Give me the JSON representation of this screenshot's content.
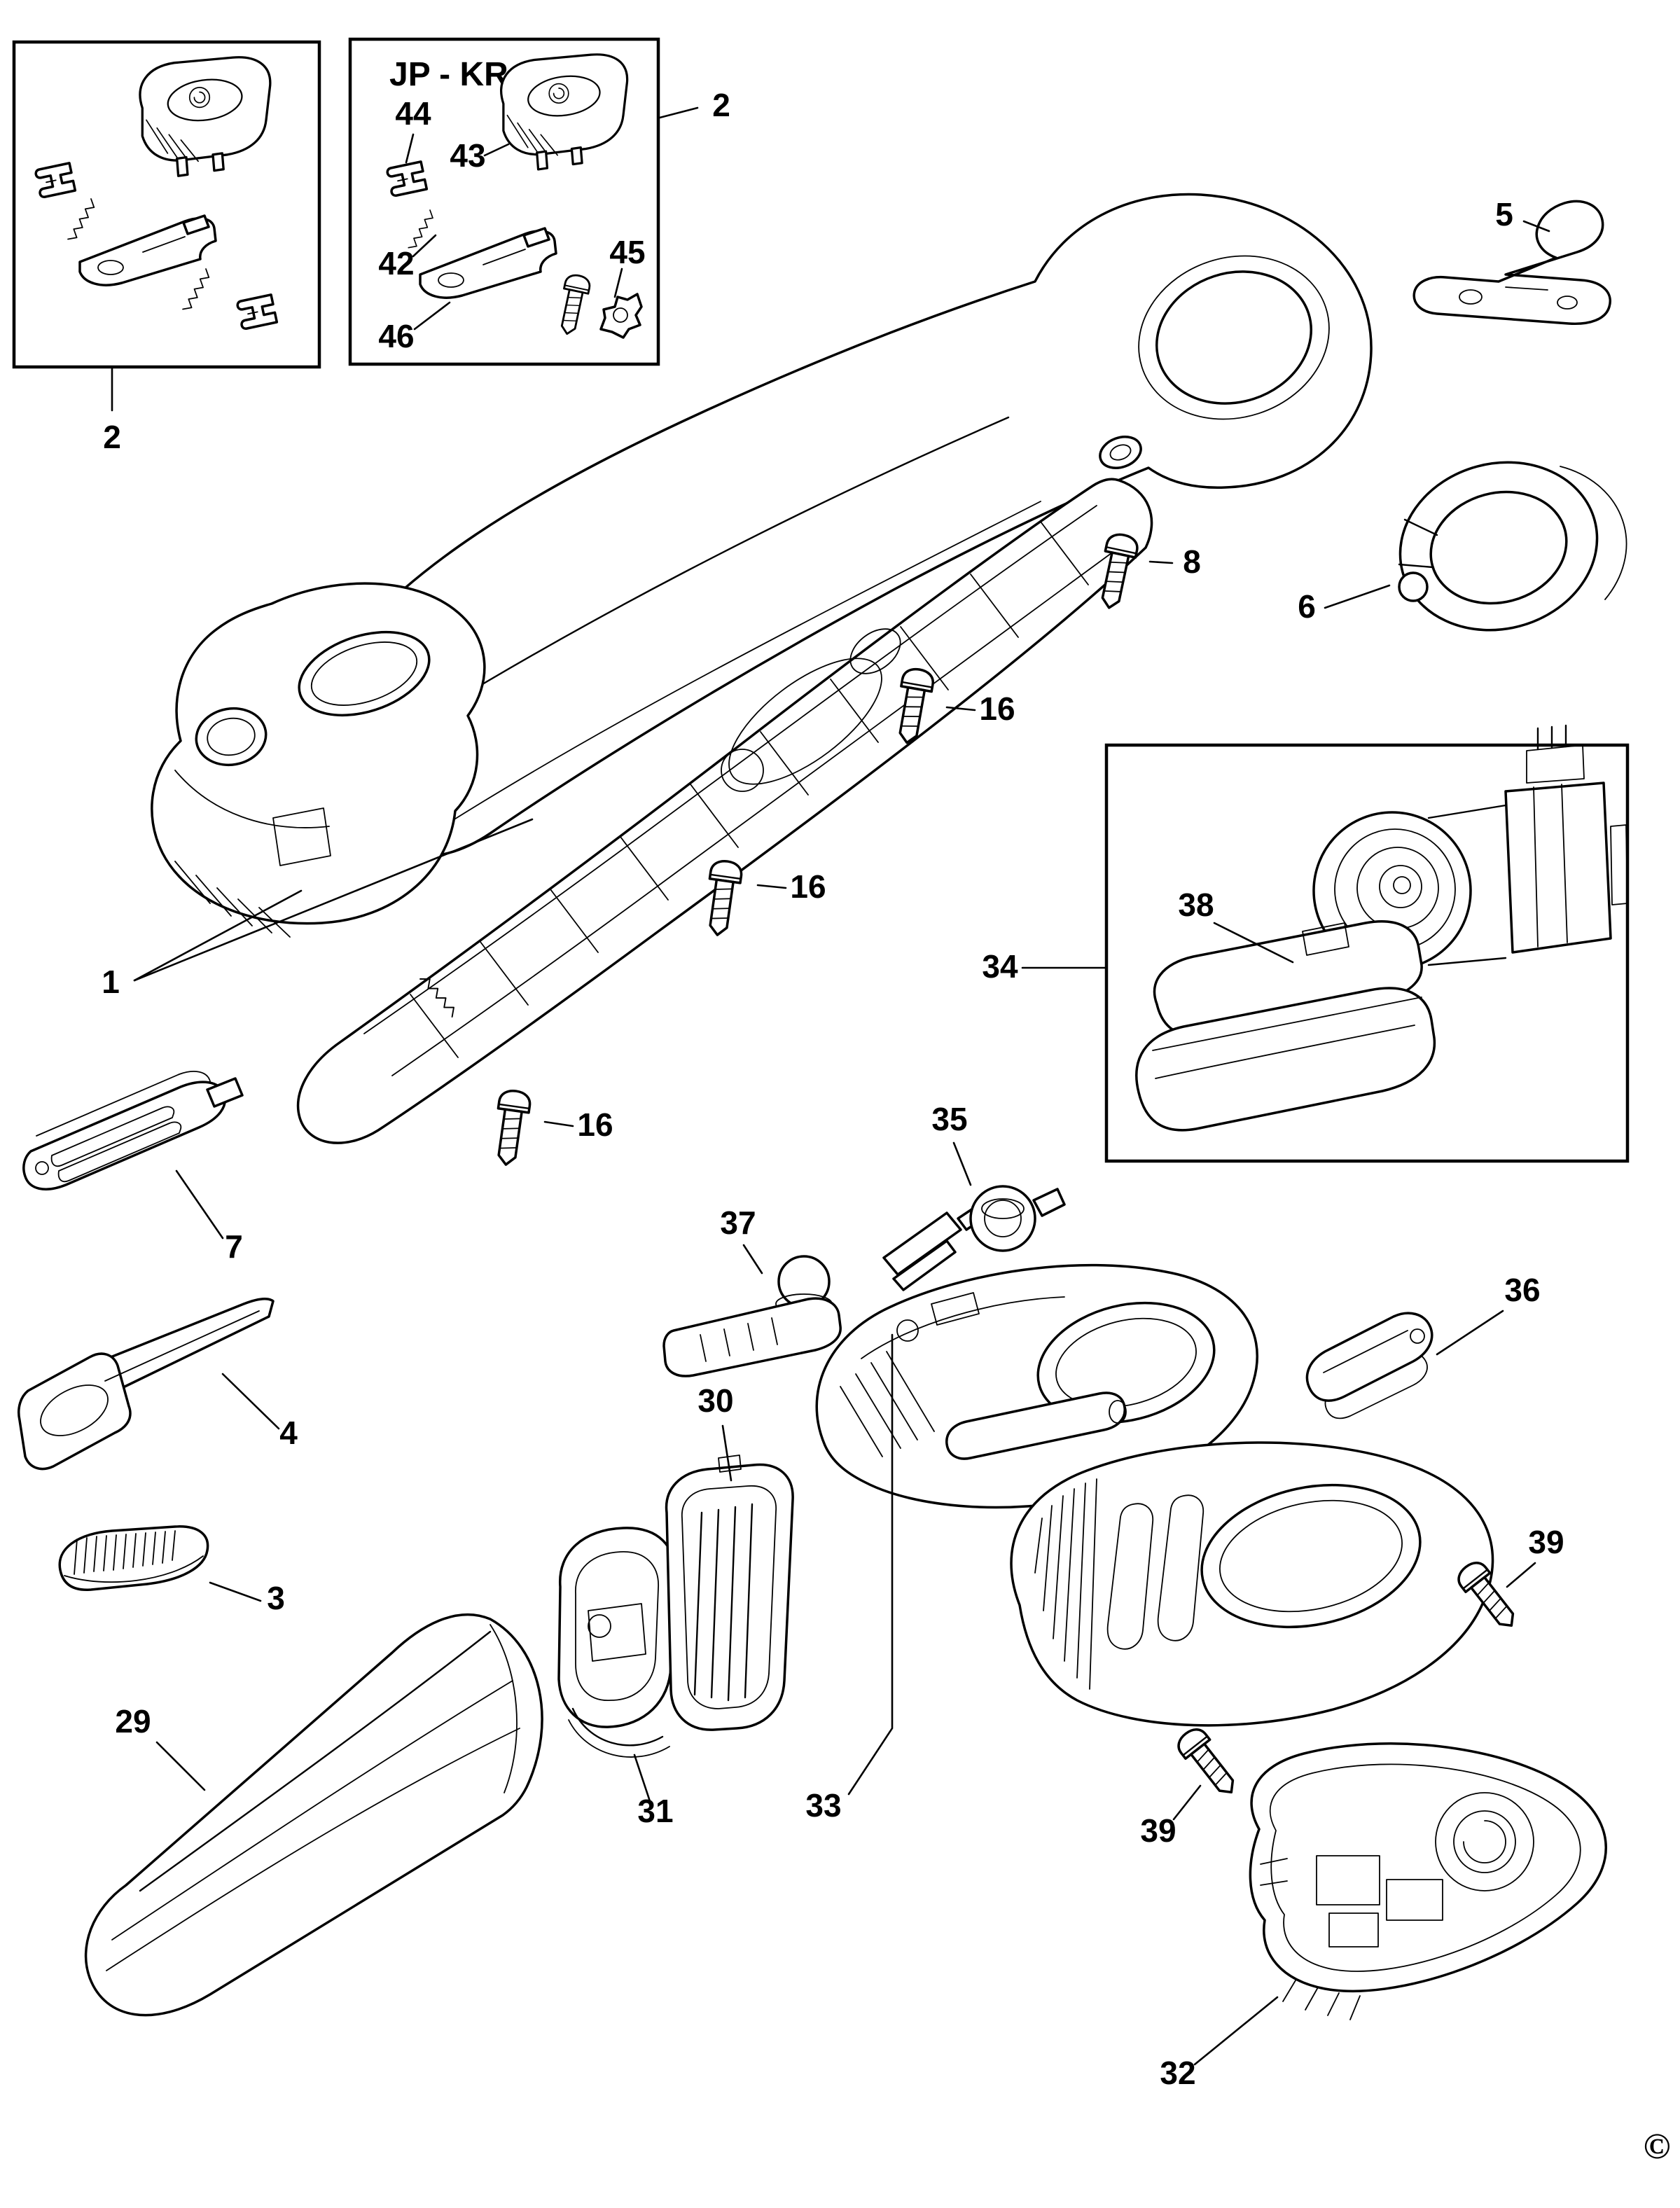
{
  "diagram": {
    "type": "exploded-parts-diagram",
    "inset_label": "JP - KR",
    "copyright": "©",
    "callouts": {
      "c1": "1",
      "c2_left": "2",
      "c2_right": "2",
      "c3": "3",
      "c4": "4",
      "c5": "5",
      "c6": "6",
      "c7": "7",
      "c8": "8",
      "c16_a": "16",
      "c16_b": "16",
      "c16_c": "16",
      "c29": "29",
      "c30": "30",
      "c31": "31",
      "c32": "32",
      "c33": "33",
      "c34": "34",
      "c35": "35",
      "c36": "36",
      "c37": "37",
      "c38": "38",
      "c39_a": "39",
      "c39_b": "39",
      "c42": "42",
      "c43": "43",
      "c44": "44",
      "c45": "45",
      "c46": "46"
    }
  }
}
